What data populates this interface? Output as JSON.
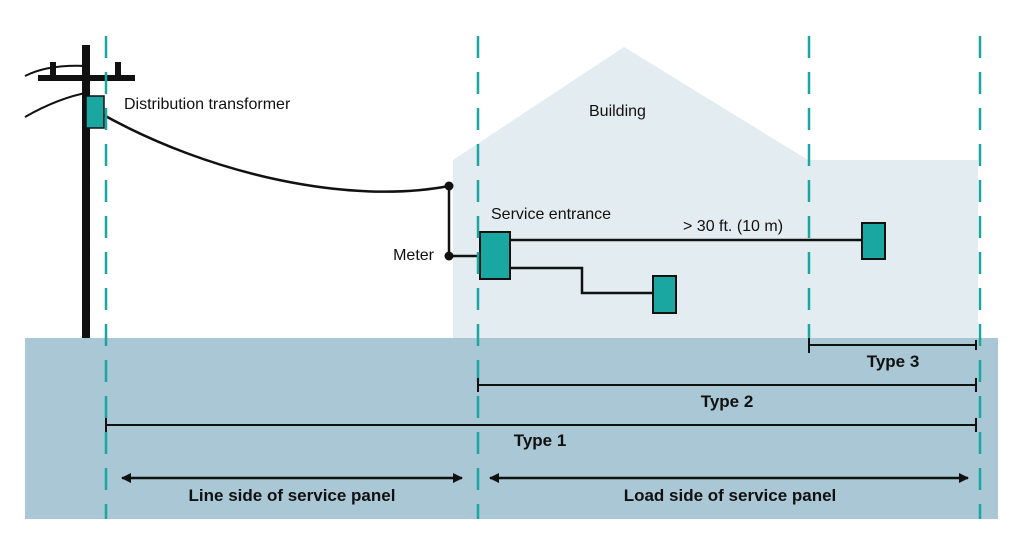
{
  "labels": {
    "transformer": "Distribution transformer",
    "building": "Building",
    "service_entrance": "Service entrance",
    "meter": "Meter",
    "distance": "> 30 ft. (10 m)",
    "type3": "Type 3",
    "type2": "Type 2",
    "type1": "Type 1",
    "line_side": "Line side of service panel",
    "load_side": "Load side of service panel"
  },
  "colors": {
    "ground": "#a9c7d4",
    "building": "#e3ecf0",
    "device": "#1aa6a1",
    "divider": "#1aa6a1",
    "line": "#111111"
  }
}
